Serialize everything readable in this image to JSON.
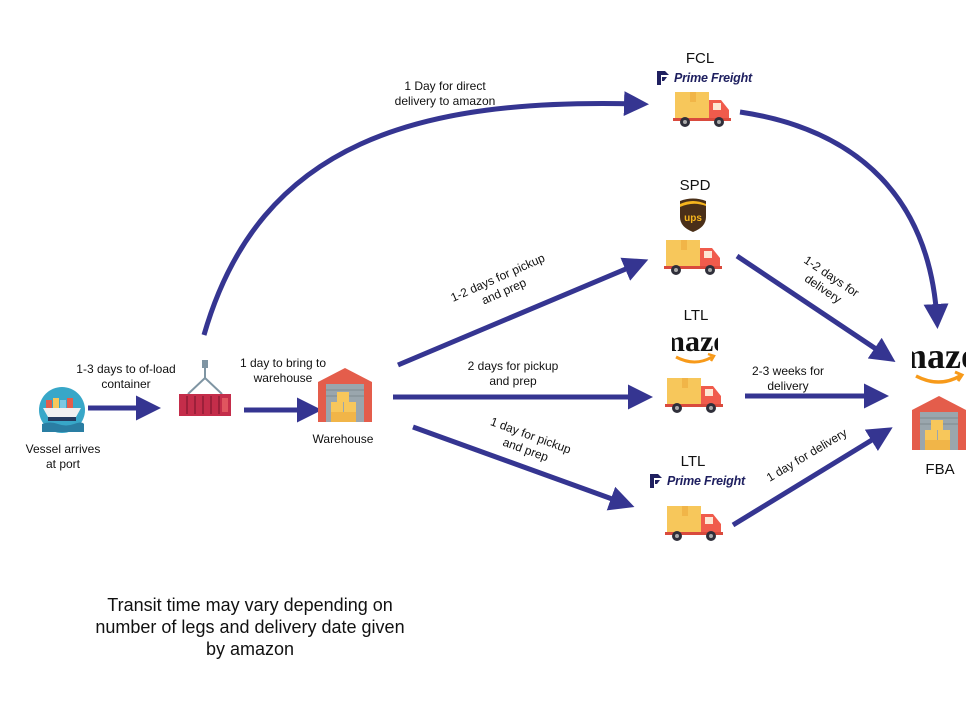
{
  "colors": {
    "arrow": "#353591",
    "truck_body": "#f05b4c",
    "box": "#f7c75b",
    "warehouse_roof": "#e45d4b",
    "prime_freight_navy": "#1f2060",
    "ups_brown": "#4a2f18",
    "ups_gold": "#f6b51e",
    "amazon_orange": "#f79a1a"
  },
  "nodes": {
    "vessel": {
      "label": "Vessel arrives\nat port",
      "icon": "cargo-ship-icon"
    },
    "container": {
      "icon": "crane-container-icon"
    },
    "warehouse": {
      "label": "Warehouse",
      "icon": "warehouse-icon"
    },
    "fba": {
      "label": "FBA",
      "icon": "amazon-warehouse-icon"
    },
    "fcl": {
      "label": "FCL",
      "carrier": "Prime Freight",
      "icon": "delivery-truck-icon"
    },
    "spd": {
      "label": "SPD",
      "carrier": "ups",
      "icon": "delivery-truck-icon"
    },
    "ltl_amazon": {
      "label": "LTL",
      "carrier": "amazon",
      "icon": "delivery-truck-icon"
    },
    "ltl_prime": {
      "label": "LTL",
      "carrier": "Prime Freight",
      "icon": "delivery-truck-icon"
    }
  },
  "edges": {
    "offload": "1-3 days to of-load\ncontainer",
    "to_warehouse": "1 day to bring to\nwarehouse",
    "direct": "1 Day for direct\ndelivery to amazon",
    "spd_pickup": "1-2 days for pickup\nand prep",
    "ltl_pickup": "2 days for pickup\nand prep",
    "prime_pickup": "1 day for pickup\nand prep",
    "spd_delivery": "1-2 days for\ndelivery",
    "ltl_delivery": "2-3 weeks for\ndelivery",
    "prime_delivery": "1 day for delivery"
  },
  "note": "Transit time may vary depending on\nnumber of legs and delivery date given\nby amazon"
}
